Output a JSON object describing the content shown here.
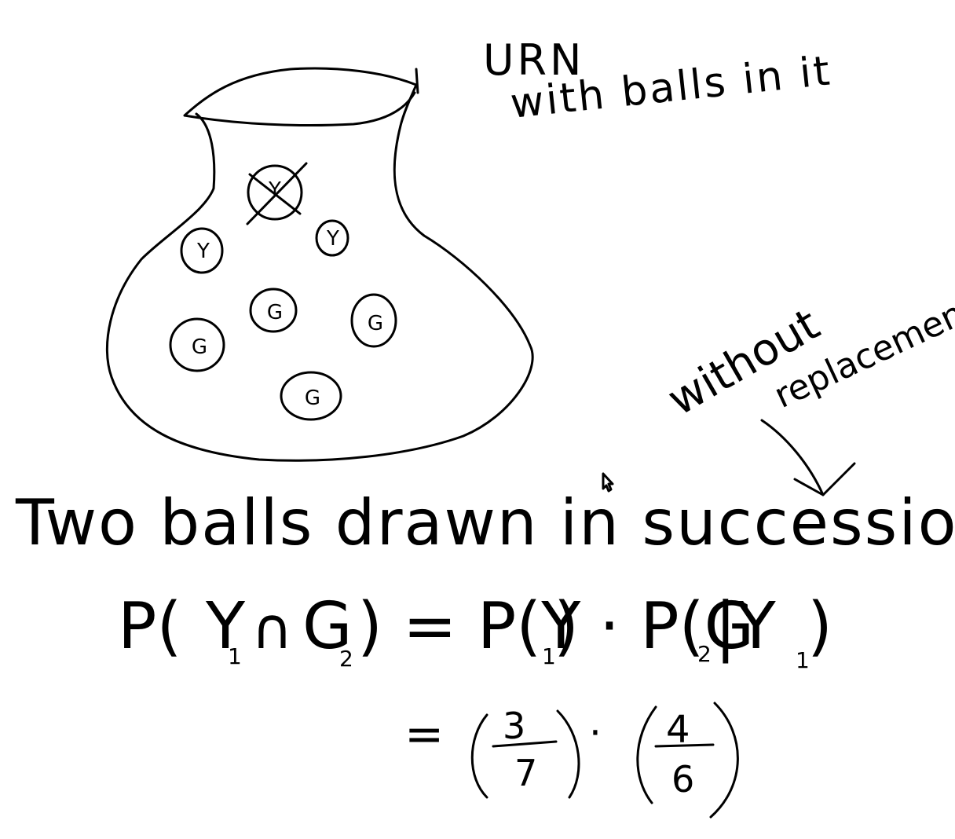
{
  "urn_title": "URN",
  "urn_subtitle": "with balls in it",
  "balls": [
    {
      "label": "Y",
      "crossed": true
    },
    {
      "label": "Y",
      "crossed": false
    },
    {
      "label": "Y",
      "crossed": false
    },
    {
      "label": "G",
      "crossed": false
    },
    {
      "label": "G",
      "crossed": false
    },
    {
      "label": "G",
      "crossed": false
    },
    {
      "label": "G",
      "crossed": false
    }
  ],
  "note_line1": "without",
  "note_line2": "replacement",
  "heading": "Two balls drawn in succession,",
  "eq1": {
    "lhs_p": "P(",
    "y": "Y",
    "y_sub": "1",
    "cap": "∩",
    "g": "G",
    "g_sub": "2",
    "rhs": ") = P(Y",
    "rhs_sub": "1",
    "rhs2": ") · P(G",
    "rhs2_sub": "2",
    "rhs3": "|Y",
    "rhs3_sub": "1",
    "rhs4": ")"
  },
  "eq2": {
    "eq": "=",
    "frac1_num": "3",
    "frac1_den": "7",
    "dot": "·",
    "frac2_num": "4",
    "frac2_den": "6"
  }
}
